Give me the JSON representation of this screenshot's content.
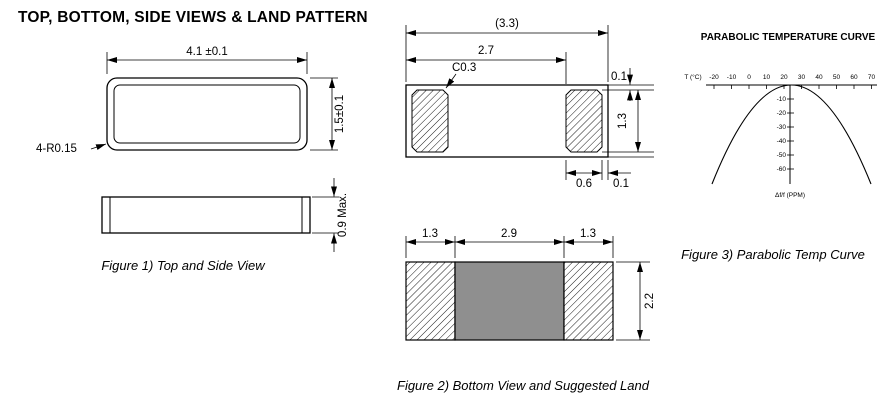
{
  "page": {
    "title": "TOP, BOTTOM, SIDE VIEWS & LAND PATTERN"
  },
  "colors": {
    "background": "#ffffff",
    "line": "#000000",
    "land_fill": "#8f8f8f"
  },
  "figure1": {
    "caption": "Figure 1) Top and  Side View",
    "dim_length": "4.1 ±0.1",
    "dim_height": "1.5±0.1",
    "dim_corner_radius": "4-R0.15",
    "dim_thickness": "0.9 Max."
  },
  "figure2": {
    "caption": "Figure 2) Bottom View  and Suggested  Land",
    "bottom_view": {
      "dim_overall": "(3.3)",
      "dim_inner": "2.7",
      "dim_chamfer": "C0.3",
      "dim_gap_top": "0.1",
      "dim_pad_height": "1.3",
      "dim_pad_width": "0.6",
      "dim_edge_gap": "0.1"
    },
    "land_pattern": {
      "dim_left_pad": "1.3",
      "dim_center": "2.9",
      "dim_right_pad": "1.3",
      "dim_height": "2.2"
    }
  },
  "figure3": {
    "title": "PARABOLIC TEMPERATURE CURVE",
    "caption": "Figure 3) Parabolic Temp Curve",
    "y_axis_label": "T (°C)",
    "x_axis_label": "Δf/f (PPM)",
    "x_ticks": [
      "-20",
      "-10",
      "0",
      "10",
      "20",
      "30",
      "40",
      "50",
      "60",
      "70"
    ],
    "y_ticks": [
      "-10",
      "-20",
      "-30",
      "-40",
      "-50",
      "-60"
    ],
    "chart_data": {
      "type": "line",
      "title": "PARABOLIC TEMPERATURE CURVE",
      "xlabel": "T (°C)",
      "ylabel": "Δf/f (PPM)",
      "x": [
        -20,
        -10,
        0,
        10,
        20,
        25,
        30,
        40,
        50,
        60,
        70
      ],
      "y": [
        -67,
        -40,
        -21,
        -7,
        -1,
        0,
        -1,
        -7,
        -21,
        -40,
        -67
      ],
      "xlim": [
        -20,
        70
      ],
      "ylim": [
        -60,
        0
      ],
      "peak_temp_c": 25,
      "grid": false,
      "legend": "none"
    }
  }
}
